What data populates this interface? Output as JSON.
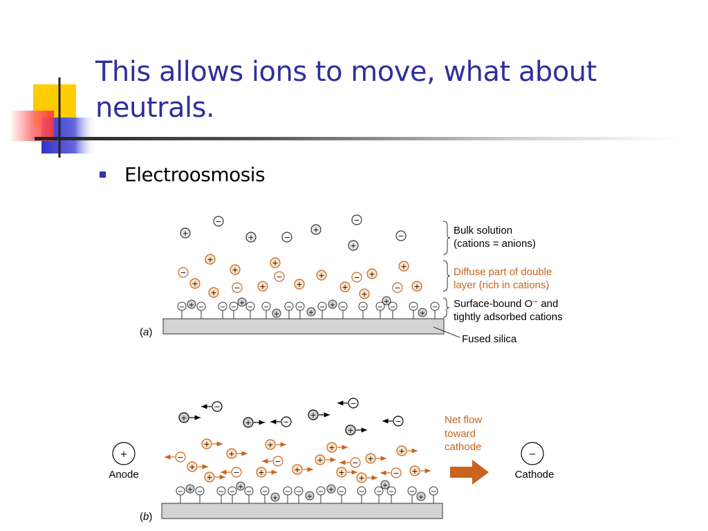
{
  "slide": {
    "title_line1": "This allows ions to move, what about",
    "title_line2": "neutrals.",
    "bullet": "Electroosmosis"
  },
  "figure": {
    "panel_a": {
      "label_open": "(",
      "label_letter": "a",
      "label_close": ")",
      "bulk_line1": "Bulk solution",
      "bulk_line2": "(cations = anions)",
      "diffuse_line1": "Diffuse part of double",
      "diffuse_line2": "layer (rich in cations)",
      "surface_line1": "Surface-bound O⁻ and",
      "surface_line2": "tightly adsorbed cations",
      "silica": "Fused silica"
    },
    "panel_b": {
      "label_open": "(",
      "label_letter": "b",
      "label_close": ")",
      "anode": "Anode",
      "cathode": "Cathode",
      "netflow_line1": "Net flow",
      "netflow_line2": "toward",
      "netflow_line3": "cathode"
    },
    "symbols": {
      "plus": "+",
      "minus": "−"
    }
  },
  "colors": {
    "title": "#2f2f9b",
    "bullet": "#3333aa",
    "diffuse_orange": "#c8641e",
    "ion_orange_fill": "#fbe0c4",
    "silica_gray": "#d3d3d3",
    "bulk_ion_fill": "#e6e6e6",
    "decor_yellow": "#ffcc00",
    "decor_blue": "#3333cc",
    "decor_red": "#ff3333"
  }
}
